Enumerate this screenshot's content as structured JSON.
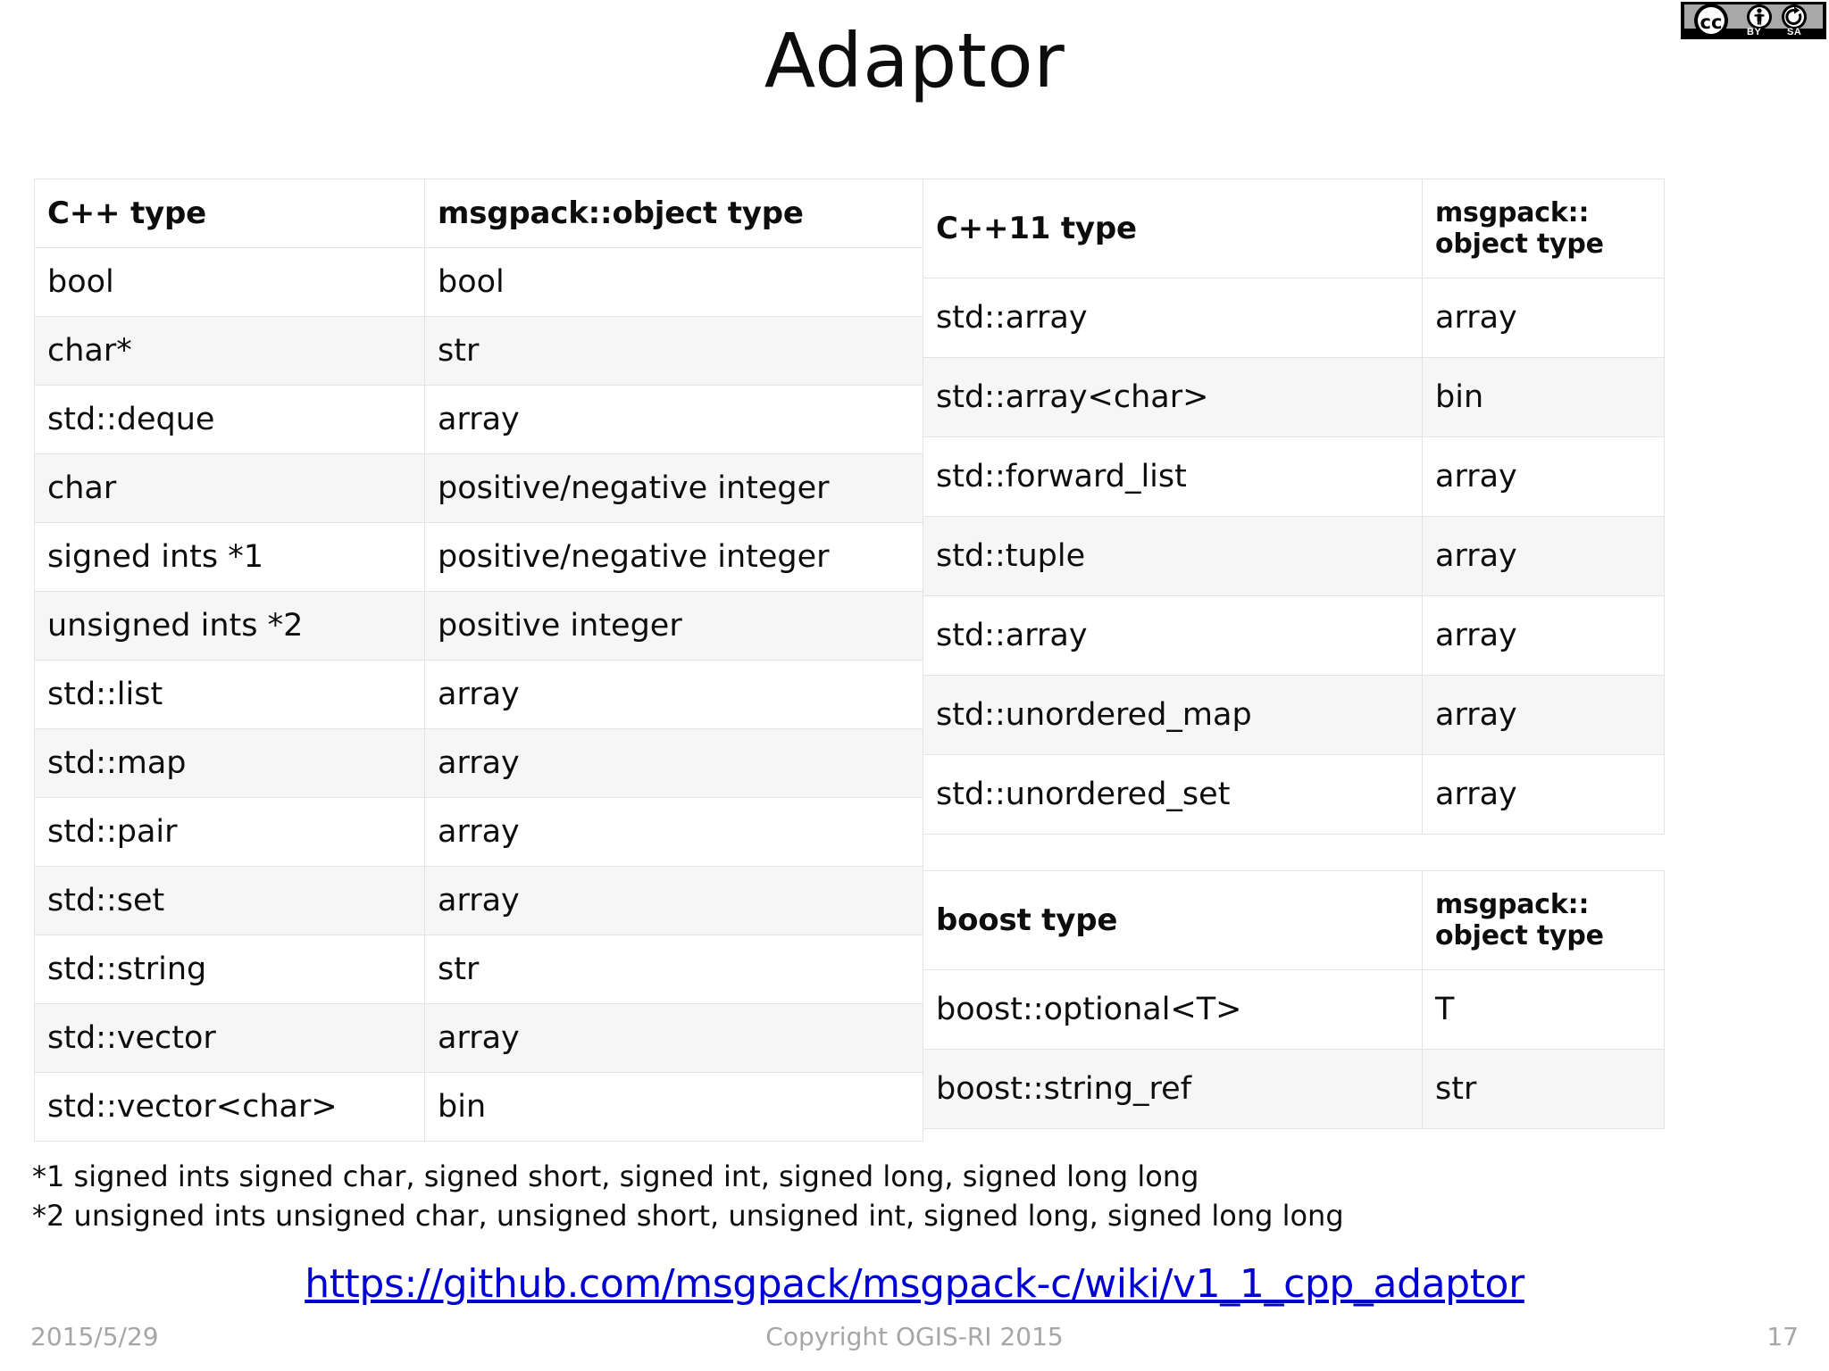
{
  "slide": {
    "title": "Adaptor"
  },
  "license_badge": {
    "mark": "cc",
    "terms": [
      "BY",
      "SA"
    ]
  },
  "cpp_table": {
    "headers": [
      "C++ type",
      "msgpack::object type"
    ],
    "rows": [
      [
        "bool",
        "bool"
      ],
      [
        "char*",
        "str"
      ],
      [
        "std::deque",
        "array"
      ],
      [
        "char",
        "positive/negative integer"
      ],
      [
        "signed ints *1",
        "positive/negative integer"
      ],
      [
        "unsigned ints *2",
        "positive integer"
      ],
      [
        "std::list",
        "array"
      ],
      [
        "std::map",
        "array"
      ],
      [
        "std::pair",
        "array"
      ],
      [
        "std::set",
        "array"
      ],
      [
        "std::string",
        "str"
      ],
      [
        "std::vector",
        "array"
      ],
      [
        "std::vector<char>",
        "bin"
      ]
    ]
  },
  "cpp11_table": {
    "headers": [
      "C++11 type",
      "msgpack::\nobject type"
    ],
    "header_col2_line1": "msgpack::",
    "header_col2_line2": "object type",
    "rows": [
      [
        "std::array",
        "array"
      ],
      [
        "std::array<char>",
        "bin"
      ],
      [
        "std::forward_list",
        "array"
      ],
      [
        "std::tuple",
        "array"
      ],
      [
        "std::array",
        "array"
      ],
      [
        "std::unordered_map",
        "array"
      ],
      [
        "std::unordered_set",
        "array"
      ]
    ]
  },
  "boost_table": {
    "headers": [
      "boost type",
      "msgpack::\nobject type"
    ],
    "header_col2_line1": "msgpack::",
    "header_col2_line2": "object type",
    "rows": [
      [
        "boost::optional<T>",
        "T"
      ],
      [
        "boost::string_ref",
        "str"
      ]
    ]
  },
  "footnotes": [
    "*1 signed ints signed char, signed short, signed int, signed long, signed long long",
    "*2 unsigned ints unsigned char, unsigned short, unsigned int, signed long, signed long long"
  ],
  "link": {
    "text": "https://github.com/msgpack/msgpack-c/wiki/v1_1_cpp_adaptor"
  },
  "footer": {
    "date": "2015/5/29",
    "copyright": "Copyright OGIS-RI 2015",
    "page": "17"
  },
  "colors": {
    "link": "#0000d4",
    "footer_text": "#a6a6a6",
    "row_alt": "#f6f6f6",
    "border": "#e3e3e3"
  }
}
